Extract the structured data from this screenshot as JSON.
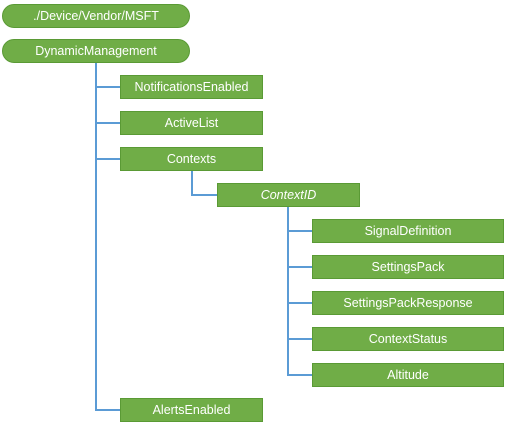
{
  "nodes": {
    "root": "./Device/Vendor/MSFT",
    "dynamic_management": "DynamicManagement",
    "notifications_enabled": "NotificationsEnabled",
    "active_list": "ActiveList",
    "contexts": "Contexts",
    "context_id": "ContextID",
    "signal_definition": "SignalDefinition",
    "settings_pack": "SettingsPack",
    "settings_pack_response": "SettingsPackResponse",
    "context_status": "ContextStatus",
    "altitude": "Altitude",
    "alerts_enabled": "AlertsEnabled"
  },
  "colors": {
    "node_fill": "#70ad47",
    "node_text": "#ffffff",
    "connector": "#5b9bd5"
  }
}
